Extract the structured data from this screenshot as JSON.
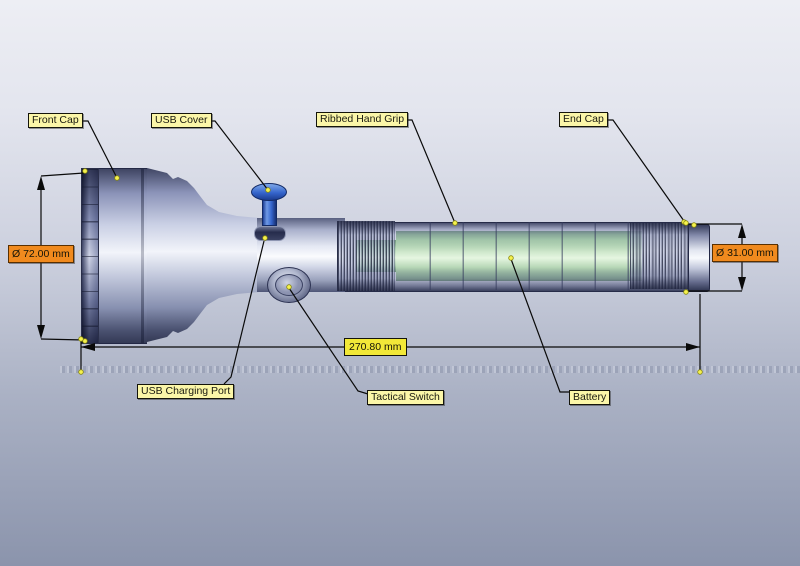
{
  "callouts": {
    "front_cap": "Front Cap",
    "usb_cover": "USB Cover",
    "ribbed_hand_grip": "Ribbed Hand Grip",
    "end_cap": "End Cap",
    "usb_charging_port": "USB Charging Port",
    "tactical_switch": "Tactical Switch",
    "battery": "Battery"
  },
  "dimensions": {
    "front_diameter": "Ø 72.00 mm",
    "end_diameter": "Ø 31.00 mm",
    "overall_length": "270.80 mm"
  },
  "colors": {
    "callout_fill": "#fbf6a8",
    "diameter_label_fill": "#f08a1e",
    "length_label_fill": "#f2e838",
    "usb_cover_blue": "#3565cc",
    "battery_green": "#cfe8cc",
    "background_top": "#edeef4",
    "background_bottom": "#8b94ac"
  }
}
